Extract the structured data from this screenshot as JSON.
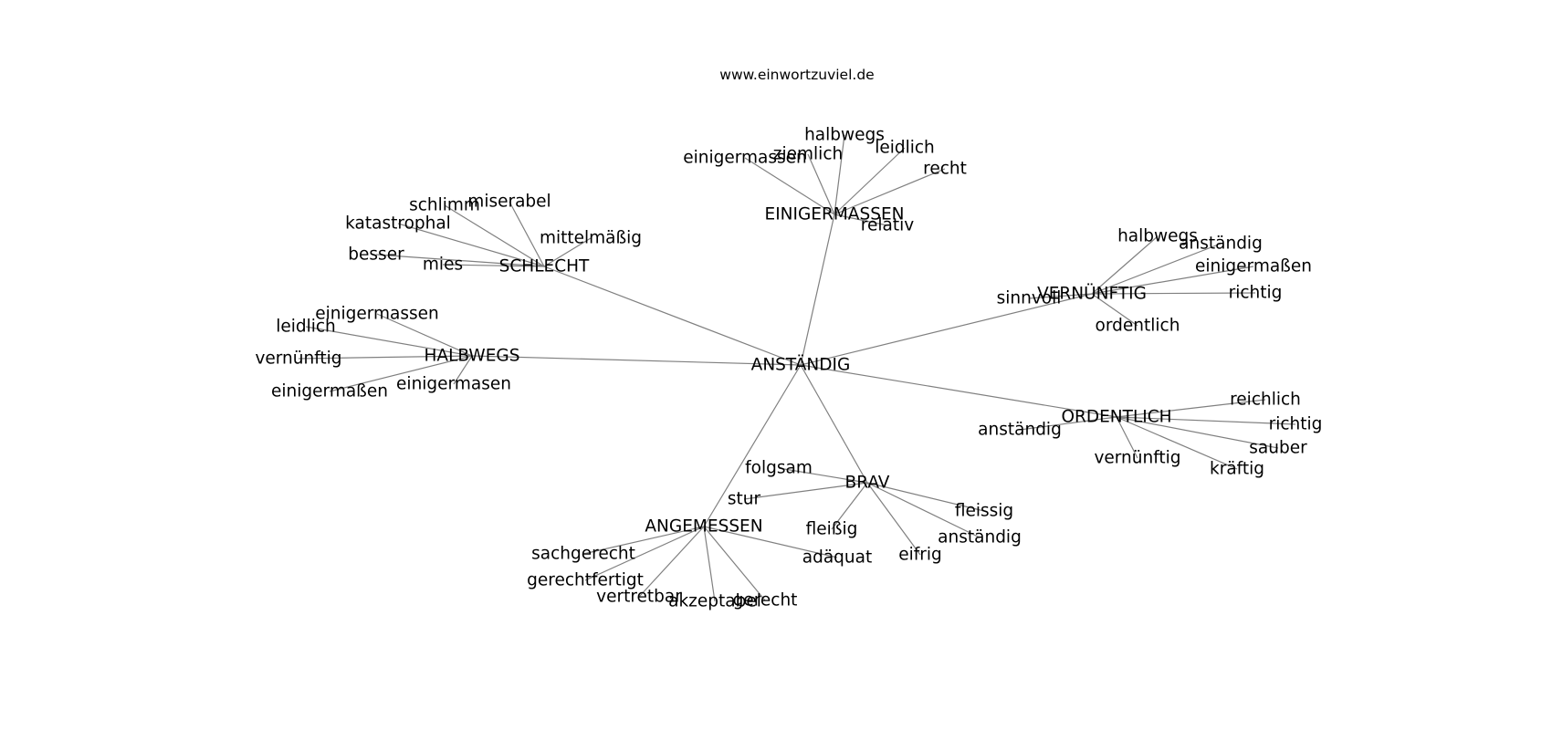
{
  "site_label": "www.einwortzuviel.de",
  "graph": {
    "root": "ANSTÄNDIG",
    "clusters": [
      {
        "label": "EINIGERMASSEN",
        "leaves": [
          "einigermassen",
          "ziemlich",
          "halbwegs",
          "leidlich",
          "recht",
          "relativ"
        ]
      },
      {
        "label": "SCHLECHT",
        "leaves": [
          "schlimm",
          "miserabel",
          "katastrophal",
          "mittelmäßig",
          "besser",
          "mies"
        ]
      },
      {
        "label": "HALBWEGS",
        "leaves": [
          "einigermassen",
          "leidlich",
          "vernünftig",
          "einigermaßen",
          "einigermasen"
        ]
      },
      {
        "label": "VERNÜNFTIG",
        "leaves": [
          "halbwegs",
          "anständig",
          "einigermaßen",
          "sinnvoll",
          "richtig",
          "ordentlich"
        ]
      },
      {
        "label": "ORDENTLICH",
        "leaves": [
          "reichlich",
          "richtig",
          "anständig",
          "sauber",
          "vernünftig",
          "kräftig"
        ]
      },
      {
        "label": "BRAV",
        "leaves": [
          "folgsam",
          "stur",
          "fleissig",
          "fleißig",
          "anständig",
          "eifrig"
        ]
      },
      {
        "label": "ANGEMESSEN",
        "leaves": [
          "sachgerecht",
          "adäquat",
          "gerechtfertigt",
          "vertretbar",
          "akzeptabel",
          "gerecht"
        ]
      }
    ]
  }
}
